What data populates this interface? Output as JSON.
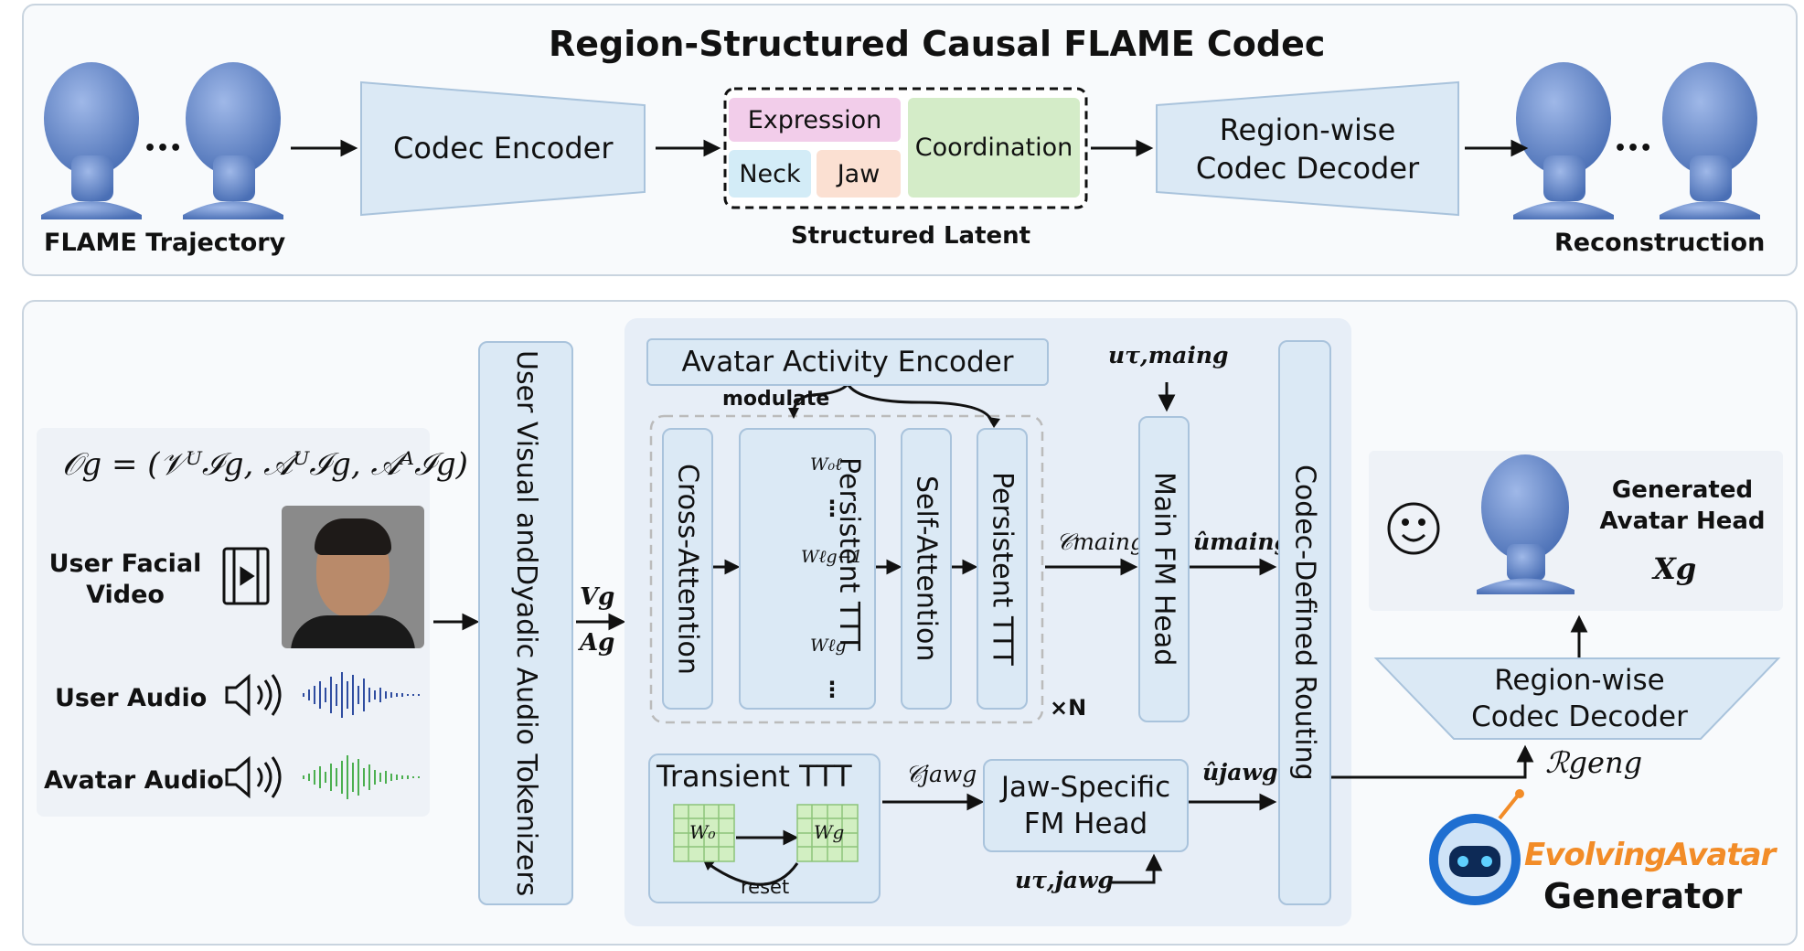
{
  "codec": {
    "title": "Region-Structured Causal FLAME Codec",
    "trajectory_label": "FLAME Trajectory",
    "ellipsis": "•••",
    "encoder": "Codec Encoder",
    "latent": {
      "expression": "Expression",
      "neck": "Neck",
      "jaw": "Jaw",
      "coordination": "Coordination",
      "caption": "Structured Latent"
    },
    "decoder_line1": "Region-wise",
    "decoder_line2": "Codec Decoder",
    "reconstruction_label": "Reconstruction"
  },
  "generator": {
    "observation": "𝒪g = (𝒱ᵁℐg, 𝒜ᵁℐg, 𝒜ᴬℐg)",
    "user_facial_video_line1": "User Facial",
    "user_facial_video_line2": "Video",
    "user_audio": "User Audio",
    "avatar_audio": "Avatar Audio",
    "tokenizer_line1": "User Visual and",
    "tokenizer_line2": "Dyadic Audio Tokenizers",
    "vg": "Vg",
    "ag": "Ag",
    "activity_encoder": "Avatar Activity Encoder",
    "modulate": "modulate",
    "cross_attention": "Cross-Attention",
    "persistent_ttt": "Persistent TTT",
    "self_attention": "Self-Attention",
    "persistent_ttt_2": "Persistent TTT",
    "w0_l": "W₀ℓ",
    "wg1_l": "Wℓg−1",
    "wg_l": "Wℓg",
    "vdots": "⋮",
    "times_n": "×N",
    "u_tau_main": "uτ,maing",
    "c_main": "𝒞maing",
    "main_head": "Main FM Head",
    "u_hat_main": "ûmaing",
    "routing": "Codec-Defined Routing",
    "transient_ttt": "Transient TTT",
    "w0": "W₀",
    "wg": "Wg",
    "reset": "reset",
    "c_jaw": "𝒞jawg",
    "jaw_head_line1": "Jaw-Specific",
    "jaw_head_line2": "FM Head",
    "u_tau_jaw": "uτ,jawg",
    "u_hat_jaw": "ûjawg",
    "generated_line1": "Generated",
    "generated_line2": "Avatar Head",
    "xg": "Xg",
    "decoder_line1": "Region-wise",
    "decoder_line2": "Codec Decoder",
    "r_gen": "ℛgeng",
    "brand": "EvolvingAvatar",
    "brand_sub": "Generator"
  },
  "colors": {
    "panel_border": "#c9d4df",
    "box_blue": "#dbe9f5",
    "expression": "#f2cdea",
    "neck": "#d3ecf7",
    "jaw": "#fbe0d2",
    "coordination": "#d4ecc8",
    "weight_red": "#f8c9c9",
    "weight_green": "#d2efc2",
    "head": "#6d8fcf",
    "brand_orange": "#f28c28",
    "brand_blue": "#1f6fd1"
  }
}
